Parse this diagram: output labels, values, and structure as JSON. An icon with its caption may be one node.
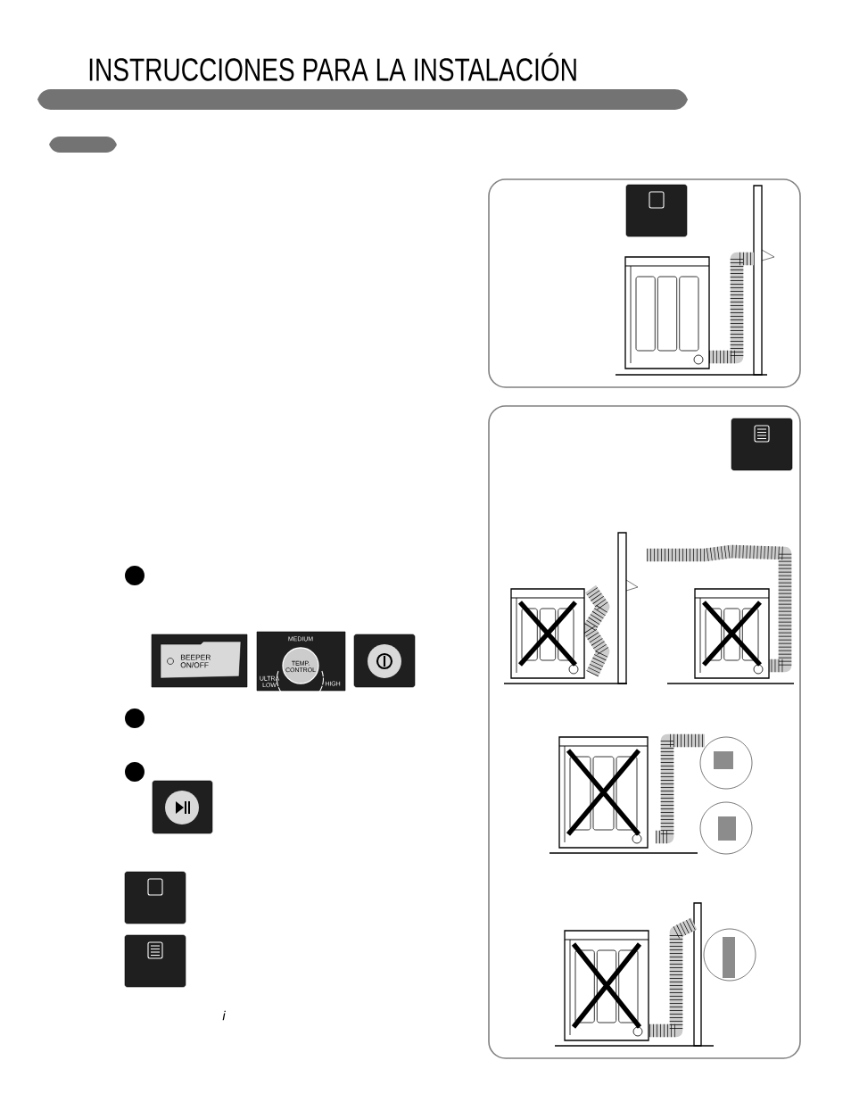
{
  "diagram": {
    "title": "INSTRUCCIONES PARA LA INSTALACIÓN",
    "labels": [
      "BEEPER ON/OFF",
      "MEDIUM",
      "TEMP. CONTROL",
      "ULTRA LOW",
      "HIGH",
      "i"
    ]
  }
}
